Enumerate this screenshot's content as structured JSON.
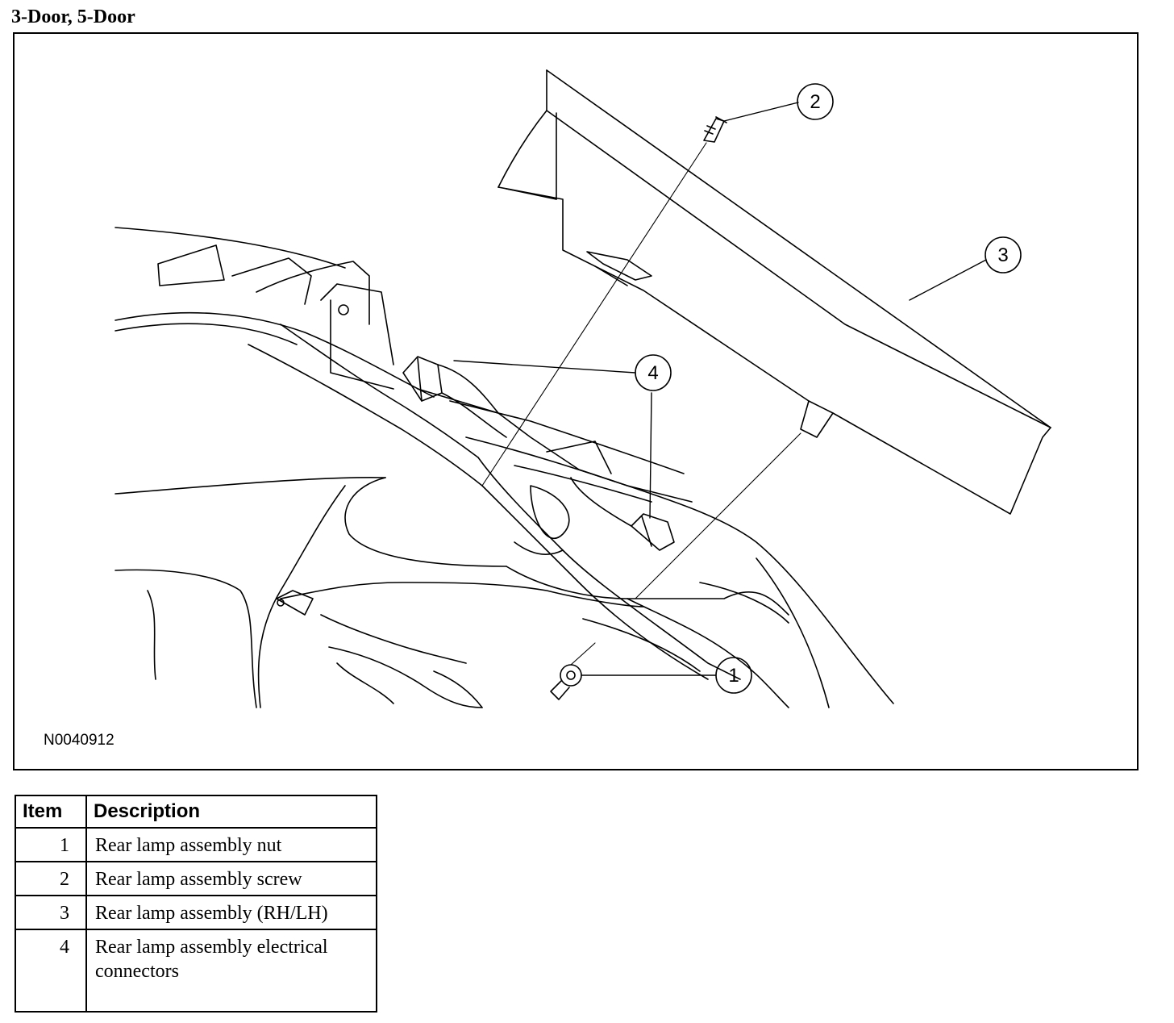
{
  "heading": "3-Door, 5-Door",
  "figure": {
    "id": "N0040912",
    "callouts": [
      "1",
      "2",
      "3",
      "4"
    ]
  },
  "legend": {
    "headers": {
      "item": "Item",
      "description": "Description"
    },
    "rows": [
      {
        "item": "1",
        "description": "Rear lamp assembly nut"
      },
      {
        "item": "2",
        "description": "Rear lamp assembly screw"
      },
      {
        "item": "3",
        "description": "Rear lamp assembly (RH/LH)"
      },
      {
        "item": "4",
        "description": "Rear lamp assembly electrical connectors"
      }
    ]
  }
}
